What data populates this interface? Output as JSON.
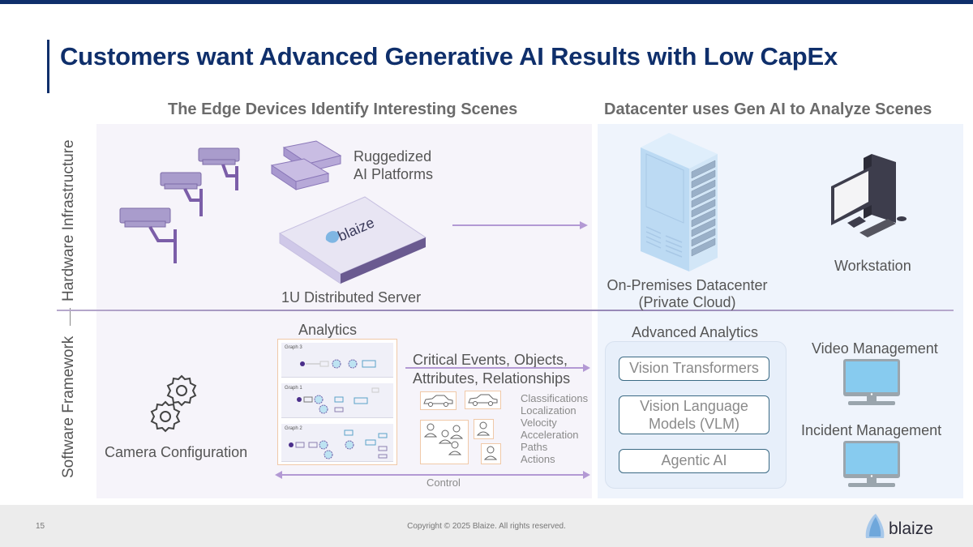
{
  "slide": {
    "title": "Customers want Advanced Generative AI Results with Low CapEx",
    "page_number": "15",
    "copyright": "Copyright © 2025 Blaize. All rights reserved.",
    "brand": "blaize"
  },
  "columns": {
    "left_heading": "The Edge Devices Identify Interesting Scenes",
    "right_heading": "Datacenter uses Gen AI to Analyze Scenes"
  },
  "rows": {
    "hardware_label": "Hardware Infrastructure",
    "software_label": "Software Framework"
  },
  "hardware": {
    "cameras_icon": "security-camera-icon",
    "rugged_label_line1": "Ruggedized",
    "rugged_label_line2": "AI Platforms",
    "server_label": "1U Distributed Server",
    "server_brand": "blaize",
    "datacenter_label_line1": "On-Premises Datacenter",
    "datacenter_label_line2": "(Private Cloud)",
    "workstation_label": "Workstation"
  },
  "software": {
    "camera_config_label": "Camera Configuration",
    "analytics_label": "Analytics",
    "graphs": [
      "Graph 3",
      "Graph 1",
      "Graph 2"
    ],
    "events_line1": "Critical Events, Objects,",
    "events_line2": "Attributes, Relationships",
    "attributes": [
      "Classifications",
      "Localization",
      "Velocity",
      "Acceleration",
      "Paths",
      "Actions"
    ],
    "control_label": "Control",
    "advanced_analytics_label": "Advanced Analytics",
    "models": [
      "Vision Transformers",
      "Vision Language Models (VLM)",
      "Agentic AI"
    ],
    "video_management_label": "Video Management",
    "incident_management_label": "Incident Management"
  },
  "colors": {
    "title": "#0f2f6b",
    "arrow": "#b399d4",
    "left_panel": "#f6f4fa",
    "right_panel": "#eff4fc",
    "accent_box": "#f0c9a8",
    "model_border": "#3b6a84"
  }
}
